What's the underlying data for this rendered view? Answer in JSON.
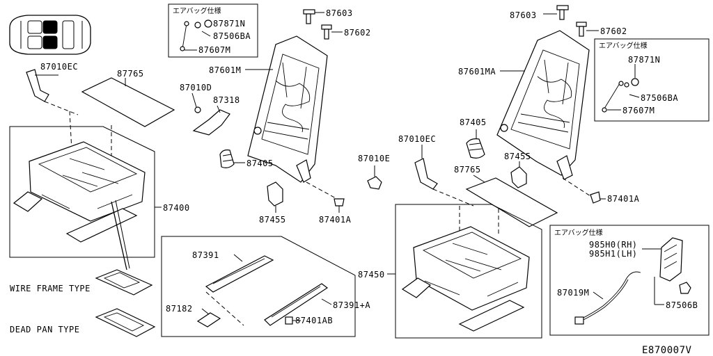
{
  "diagram_code": "E870007V",
  "airbag_spec_label": "エアバッグ仕様",
  "type_labels": {
    "wire_frame": "WIRE FRAME TYPE",
    "dead_pan": "DEAD PAN TYPE"
  },
  "parts": {
    "p87603_l": "87603",
    "p87602_l": "87602",
    "p87871n_l": "87871N",
    "p87506ba_l": "87506BA",
    "p87607m_l": "87607M",
    "p87010ec_l": "87010EC",
    "p87765_l": "87765",
    "p87601m": "87601M",
    "p87010d": "87010D",
    "p87318": "87318",
    "p87405_l": "87405",
    "p87400": "87400",
    "p87455_l": "87455",
    "p87401a_l": "87401A",
    "p87391": "87391",
    "p87182": "87182",
    "p87391a": "87391+A",
    "p87401ab": "87401AB",
    "p87603_r": "87603",
    "p87602_r": "87602",
    "p87871n_r": "87871N",
    "p87506ba_r": "87506BA",
    "p87607m_r": "87607M",
    "p87601ma": "87601MA",
    "p87405_r": "87405",
    "p87455_r": "87455",
    "p87010ec_r": "87010EC",
    "p87010e": "87010E",
    "p87765_r": "87765",
    "p87401a_r": "87401A",
    "p87450": "87450",
    "p985h0": "985H0(RH)",
    "p985h1": "985H1(LH)",
    "p87019m": "87019M",
    "p87506b": "87506B"
  }
}
